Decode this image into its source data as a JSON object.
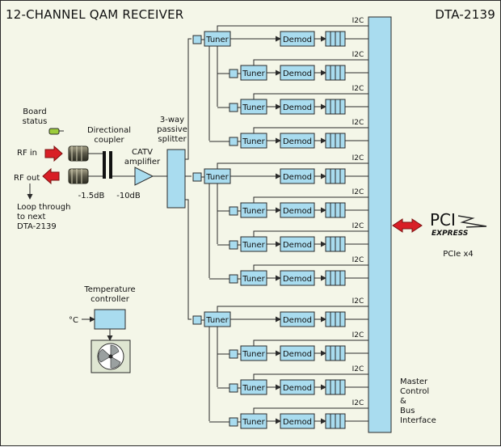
{
  "title": "12-CHANNEL QAM RECEIVER",
  "model": "DTA-2139",
  "board_status_label": "Board status",
  "rf_in_label": "RF in",
  "rf_out_label": "RF out",
  "directional_coupler_label": "Directional coupler",
  "catv_amplifier_label": "CATV amplifier",
  "splitter_label": "3-way passive splitter",
  "coupler_loss": "-1.5dB",
  "amp_gain": "-10dB",
  "loop_through_label": "Loop through to next DTA-2139",
  "temperature_controller_label": "Temperature controller",
  "degree_symbol": "°C",
  "tuner_label": "Tuner",
  "demod_label": "Demod",
  "i2c_label": "I2C",
  "master_label": "Master Control & Bus Interface",
  "pci_logo": "PCI",
  "pci_express": "EXPRESS",
  "pcie_label": "PCIe x4",
  "colors": {
    "block_fill": "#a9dcef",
    "background": "#f4f6e8",
    "arrow_red": "#d81f26",
    "led_green": "#9ccc3a",
    "fan_box": "#dfe6d2"
  }
}
